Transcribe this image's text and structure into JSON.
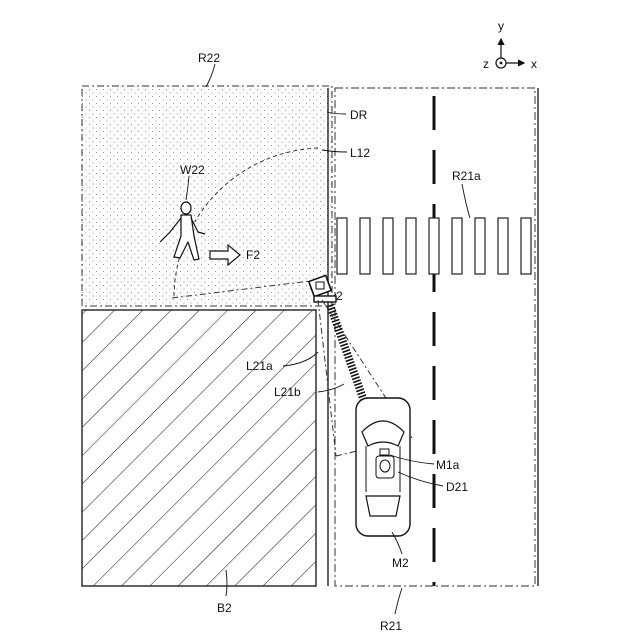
{
  "labels": {
    "r22": "R22",
    "dr": "DR",
    "l12": "L12",
    "w22": "W22",
    "f2": "F2",
    "r21a": "R21a",
    "device": "2",
    "l21a": "L21a",
    "l21b": "L21b",
    "m1a": "M1a",
    "d21": "D21",
    "m2": "M2",
    "b2": "B2",
    "r21": "R21"
  },
  "axes": {
    "y": "y",
    "z": "z",
    "x": "x"
  }
}
